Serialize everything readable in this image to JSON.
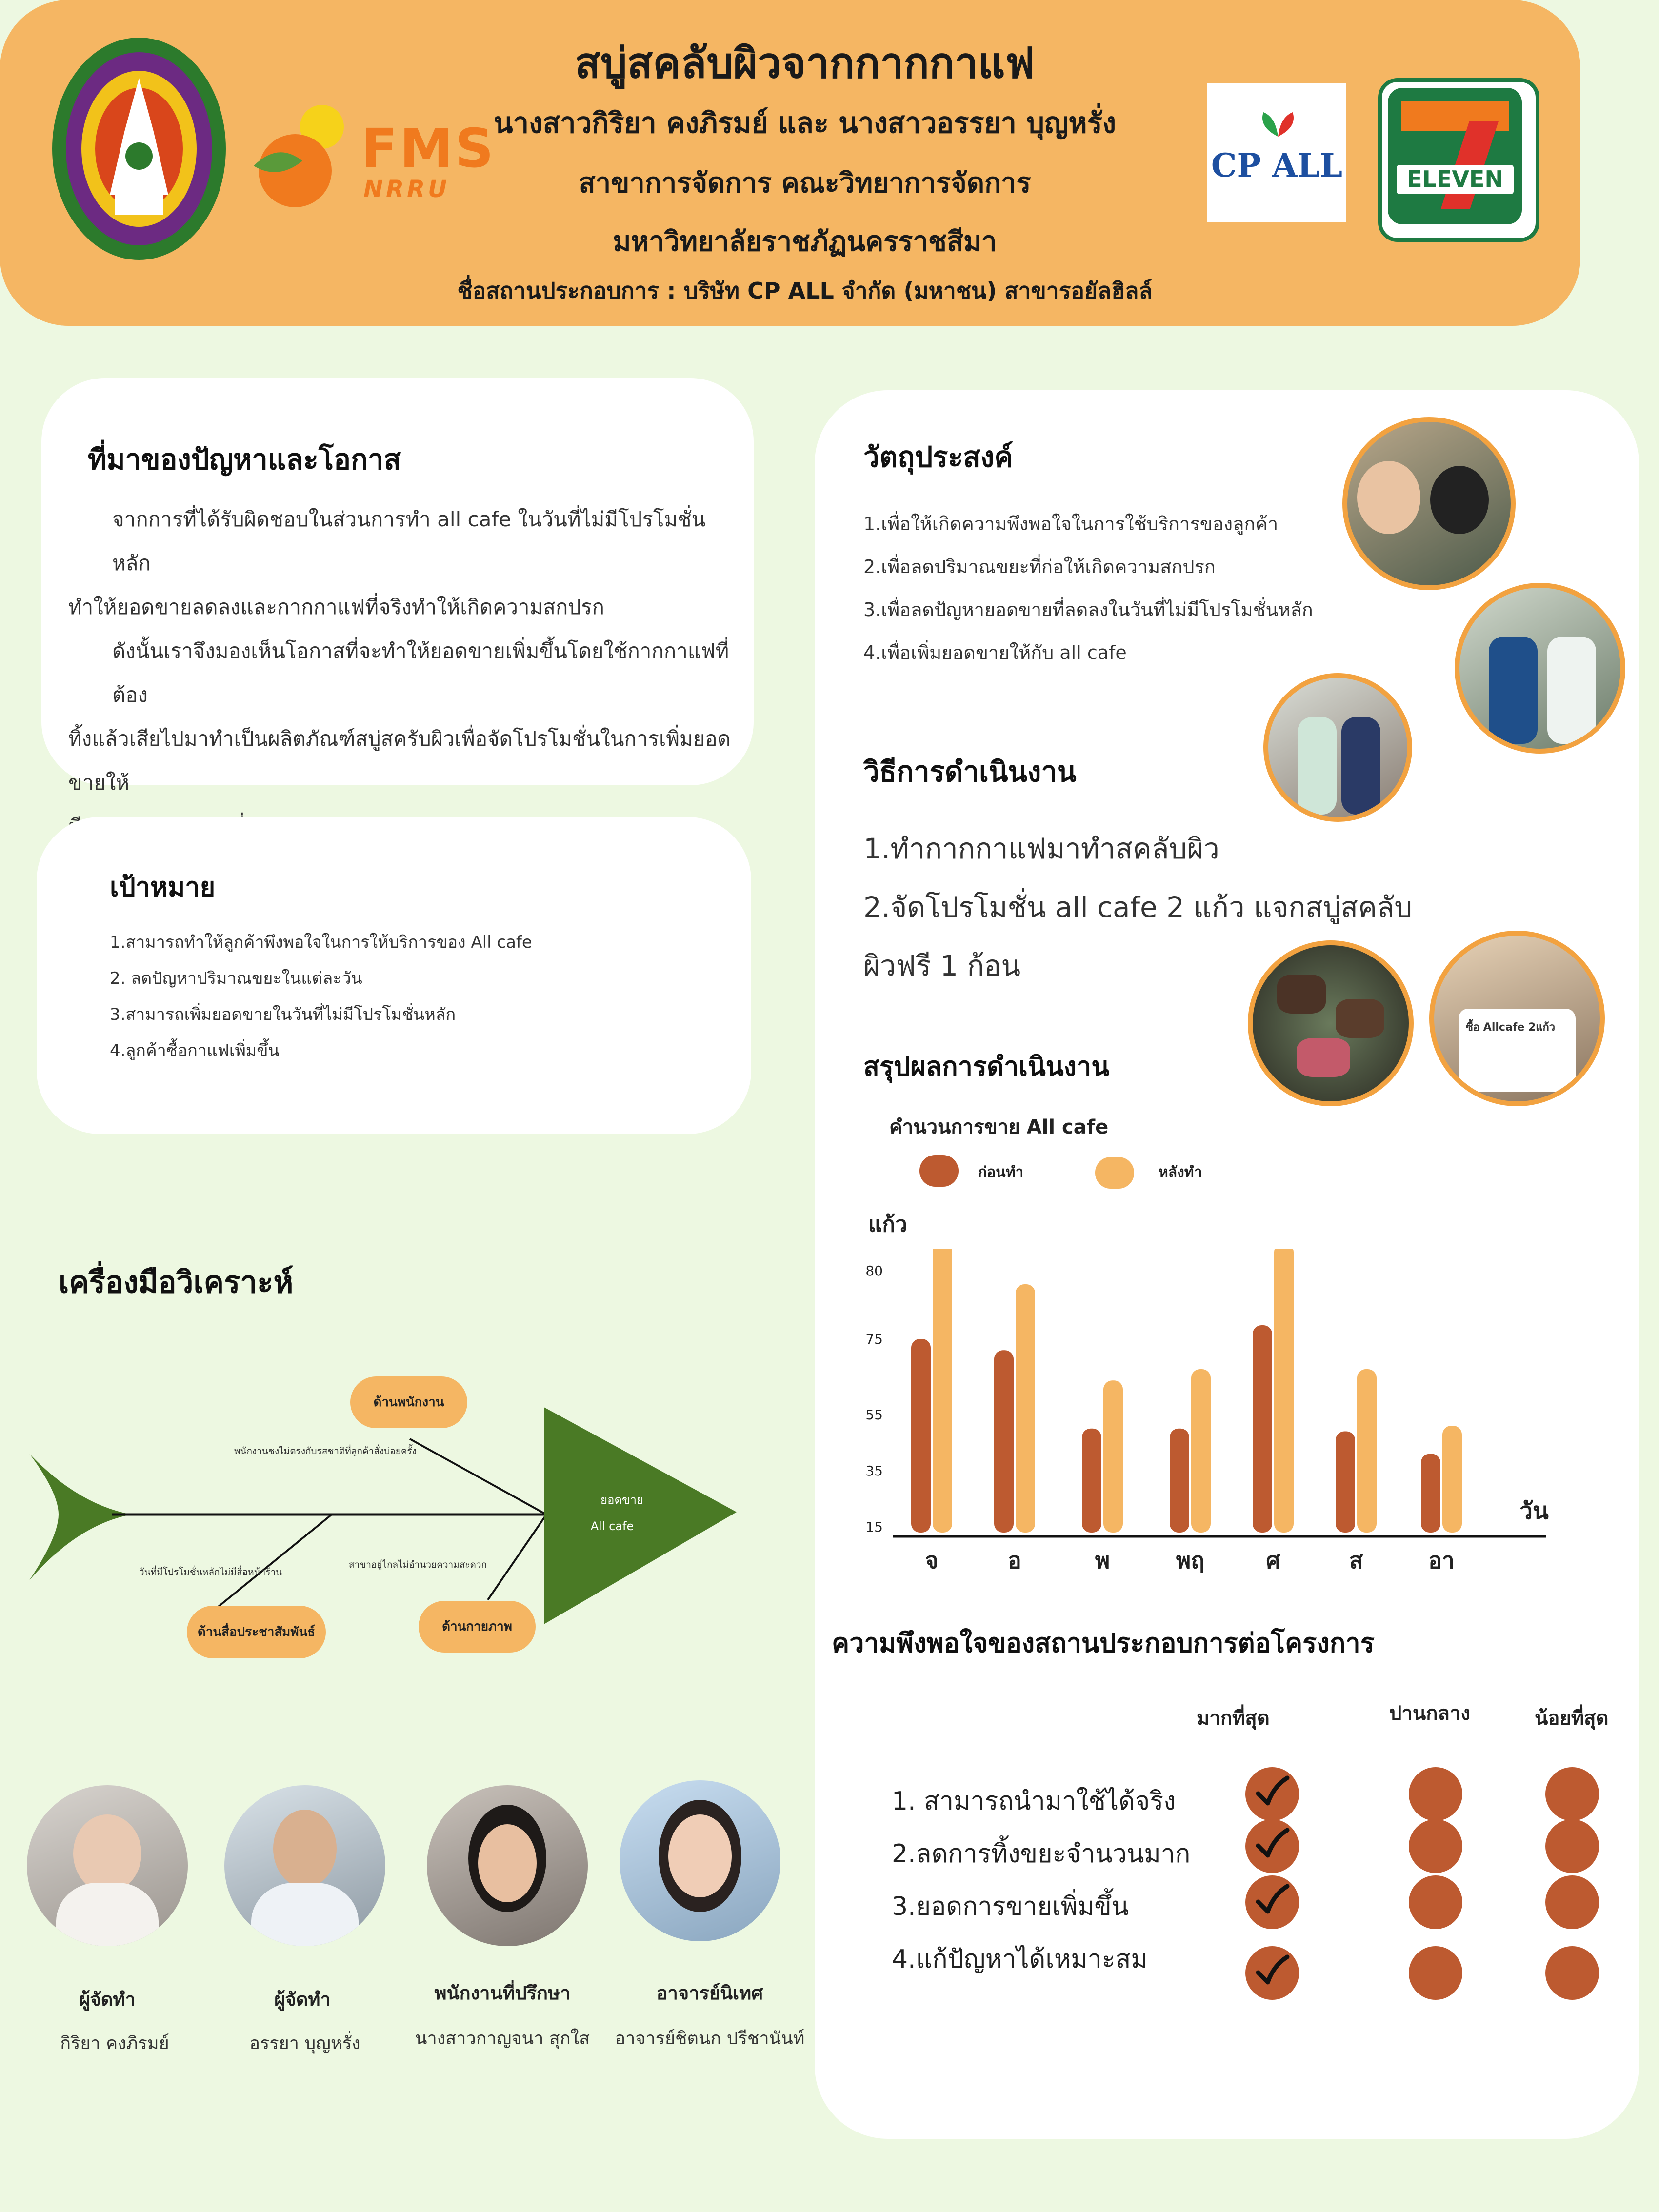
{
  "header": {
    "title": "สบู่สคลับผิวจากกากกาแฟ",
    "authors": "นางสาวกิริยา คงภิรมย์ และ นางสาวอรรยา บุญหรั่ง",
    "department": "สาขาการจัดการ  คณะวิทยาการจัดการ",
    "university": "มหาวิทยาลัยราชภัฏนครราชสีมา",
    "workplace": "ชื่อสถานประกอบการ : บริษัท CP ALL จำกัด (มหาชน)  สาขารอยัลฮิลล์",
    "fms_logo": "FMS",
    "fms_logo_sub": "NRRU",
    "cpall_logo": "CP ALL",
    "eleven_logo": "ELEVEN"
  },
  "background": {
    "title": "ที่มาของปัญหาและโอกาส",
    "lines": [
      "จากการที่ได้รับผิดชอบในส่วนการทำ all cafe ในวันที่ไม่มีโปรโมชั่นหลัก",
      "ทำให้ยอดขายลดลงและกากกาแฟที่จริงทำให้เกิดความสกปรก",
      "ดังนั้นเราจึงมองเห็นโอกาสที่จะทำให้ยอดขายเพิ่มขึ้นโดยใช้กากกาแฟที่ต้อง",
      "ทิ้งแล้วเสียไปมาทำเป็นผลิตภัณฑ์สบู่สครับผิวเพื่อจัดโปรโมชั่นในการเพิ่มยอดขายให้",
      "มีประสิทธิภาพมากที่สุด"
    ]
  },
  "goals": {
    "title": "เป้าหมาย",
    "items": [
      "1.สามารถทำให้ลูกค้าพึงพอใจในการให้บริการของ All cafe",
      "2. ลดปัญหาปริมาณขยะในแต่ละวัน",
      "3.สามารถเพิ่มยอดขายในวันที่ไม่มีโปรโมชั่นหลัก",
      "4.ลูกค้าซื้อกาแฟเพิ่มขึ้น"
    ]
  },
  "tools": {
    "title": "เครื่องมือวิเคราะห์",
    "fishbone": {
      "head_line1": "ยอดขาย",
      "head_line2": "All cafe",
      "staff": "ด้านพนักงาน",
      "staff_cause": "พนักงานชงไม่ตรงกับรสชาติที่ลูกค้าสั่งบ่อยครั้ง",
      "media": "ด้านสื่อประชาสัมพันธ์",
      "media_cause": "วันที่มีโปรโมชั่นหลักไม่มีสื่อหน้าร้าน",
      "physical": "ด้านกายภาพ",
      "physical_cause": "สาขาอยู่ไกลไม่อำนวยความสะดวก"
    }
  },
  "team": [
    {
      "role": "ผู้จัดทำ",
      "name": "กิริยา คงภิรมย์"
    },
    {
      "role": "ผู้จัดทำ",
      "name": "อรรยา บุญหรั่ง"
    },
    {
      "role": "พนักงานที่ปรึกษา",
      "name": "นางสาวกาญจนา สุกใส"
    },
    {
      "role": "อาจารย์นิเทศ",
      "name": "อาจารย์ชิตนก  ปรีชานันท์"
    }
  ],
  "objectives": {
    "title": "วัตถุประสงค์",
    "items": [
      "1.เพื่อให้เกิดความพึงพอใจในการใช้บริการของลูกค้า",
      "2.เพื่อลดปริมาณขยะที่ก่อให้เกิดความสกปรก",
      "3.เพื่อลดปัญหายอดขายที่ลดลงในวันที่ไม่มีโปรโมชั่นหลัก",
      "4.เพื่อเพิ่มยอดขายให้กับ all cafe"
    ]
  },
  "methods": {
    "title": "วิธีการดำเนินงาน",
    "items": [
      "1.ทำกากกาแฟมาทำสคลับผิว",
      "2.จัดโปรโมชั่น all cafe 2 แก้ว แจกสบู่สคลับ",
      "ผิวฟรี 1 ก้อน"
    ],
    "product_label": "ซื้อ Allcafe 2แก้ว"
  },
  "results": {
    "title": "สรุปผลการดำเนินงาน"
  },
  "chart_data": {
    "type": "bar",
    "title": "คำนวนการขาย All cafe",
    "ylabel": "แก้ว",
    "xlabel": "วัน",
    "categories": [
      "จ",
      "อ",
      "พ",
      "พฤ",
      "ศ",
      "ส",
      "อา"
    ],
    "yticks": [
      15,
      35,
      55,
      75,
      80
    ],
    "series": [
      {
        "name": "ก่อนทำ",
        "color": "#bd5a30",
        "values": [
          75,
          72,
          50,
          50,
          76,
          49,
          41
        ]
      },
      {
        "name": "หลังทำ",
        "color": "#f5b663",
        "values": [
          82,
          79,
          64,
          67,
          82,
          67,
          51
        ]
      }
    ],
    "legend": "top",
    "grid": false
  },
  "satisfaction": {
    "title": "ความพึงพอใจของสถานประกอบการต่อโครงการ",
    "columns": [
      "มากที่สุด",
      "ปานกลาง",
      "น้อยที่สุด"
    ],
    "rows": [
      {
        "label": "1. สามารถนำมาใช้ได้จริง",
        "selected": 0
      },
      {
        "label": "2.ลดการทิ้งขยะจำนวนมาก",
        "selected": 0
      },
      {
        "label": "3.ยอดการขายเพิ่มขึ้น",
        "selected": 0
      },
      {
        "label": "4.แก้ปัญหาได้เหมาะสม",
        "selected": 0
      }
    ]
  },
  "colors": {
    "primary_orange": "#f5b663",
    "dark_orange": "#bd5a30",
    "green": "#4a7a25",
    "background": "#edf8e1"
  }
}
